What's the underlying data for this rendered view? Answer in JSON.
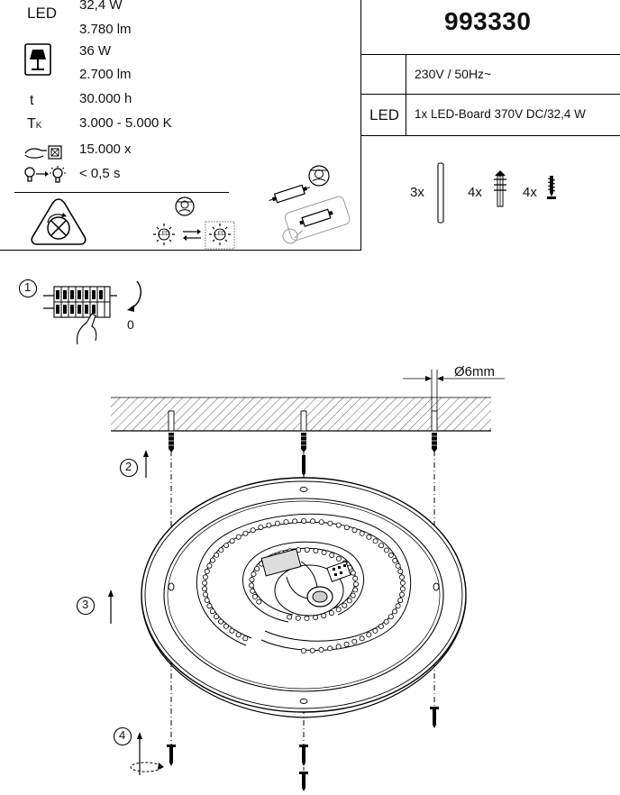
{
  "specs": {
    "led_label": "LED",
    "led_power": "32,4 W",
    "led_lumen": "3.780 lm",
    "lamp_power": "36 W",
    "lamp_lumen": "2.700 lm",
    "lifetime_label": "t",
    "lifetime_value": "30.000 h",
    "colortemp_label": "T",
    "colortemp_sub": "K",
    "colortemp_value": "3.000 - 5.000 K",
    "switch_cycles": "15.000 x",
    "startup_time": "< 0,5 s"
  },
  "product": {
    "number": "993330",
    "voltage": "230V / 50Hz~",
    "led_type_label": "LED",
    "led_board": "1x LED-Board 370V DC/32,4 W"
  },
  "parts": [
    {
      "qty": "3x",
      "icon": "rod-icon"
    },
    {
      "qty": "4x",
      "icon": "wall-plug-icon"
    },
    {
      "qty": "4x",
      "icon": "screw-icon"
    }
  ],
  "steps": {
    "step1": "1",
    "step1_zero": "0",
    "step2": "2",
    "step3": "3",
    "step4": "4",
    "drill_diameter": "Ø6mm"
  },
  "icons": {
    "led_small_1": "LED",
    "led_small_2": "LED"
  }
}
